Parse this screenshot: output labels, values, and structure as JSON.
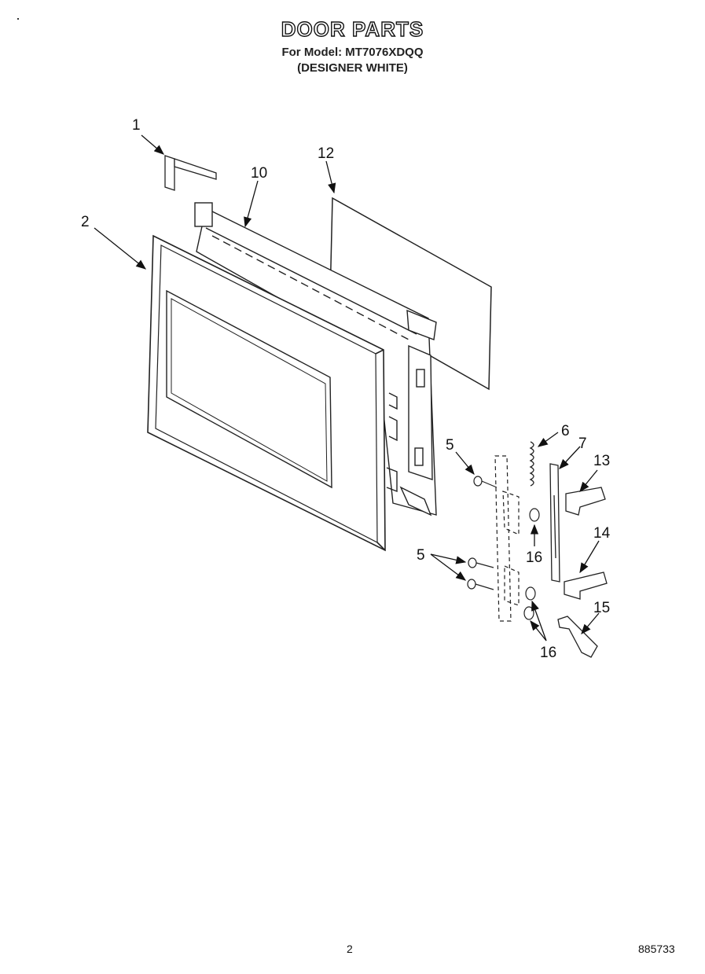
{
  "header": {
    "title": "DOOR PARTS",
    "model_line": "For Model: MT7076XDQQ",
    "variant_line": "(DESIGNER WHITE)"
  },
  "callouts": {
    "c1": "1",
    "c2": "2",
    "c5a": "5",
    "c5b": "5",
    "c6": "6",
    "c7": "7",
    "c10": "10",
    "c12": "12",
    "c13": "13",
    "c14": "14",
    "c15": "15",
    "c16a": "16",
    "c16b": "16"
  },
  "footer": {
    "page_number": "2",
    "document_number": "885733"
  }
}
